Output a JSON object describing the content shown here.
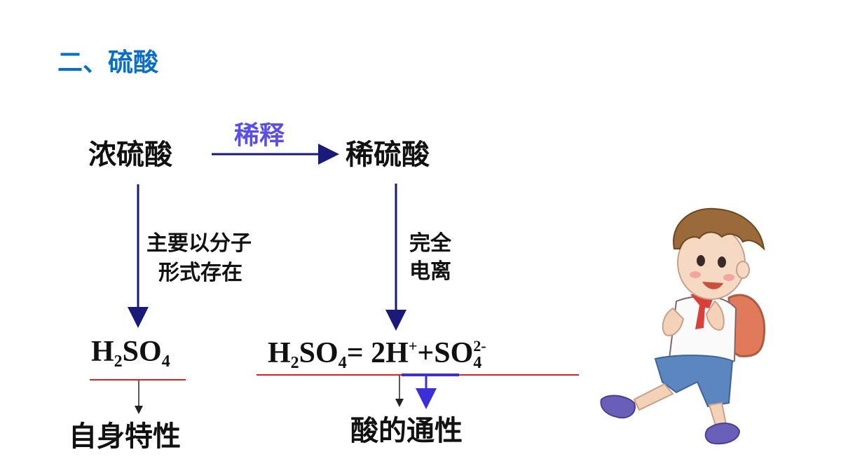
{
  "title": "二、硫酸",
  "concentrated": "浓硫酸",
  "dilute_verb": "稀释",
  "dilute": "稀硫酸",
  "left_note_line1": "主要以分子",
  "left_note_line2": "形式存在",
  "right_note_line1": "完全",
  "right_note_line2": "电离",
  "left_formula": {
    "h": "H",
    "h_sub": "2",
    "so": "SO",
    "so_sub": "4"
  },
  "right_formula": {
    "h": "H",
    "h_sub": "2",
    "so": "SO",
    "so_sub": "4",
    "eq": "= 2H",
    "h_sup": "+",
    "plus_so": "+SO",
    "so4_sub": "4",
    "so4_sup": "2-"
  },
  "left_result": "自身特性",
  "right_result": "酸的通性",
  "colors": {
    "title": "#0a6fc2",
    "arrow": "#1a1a7a",
    "underline": "#e02020",
    "highlight": "#3a2fd8",
    "verb": "#5a4ee6"
  }
}
